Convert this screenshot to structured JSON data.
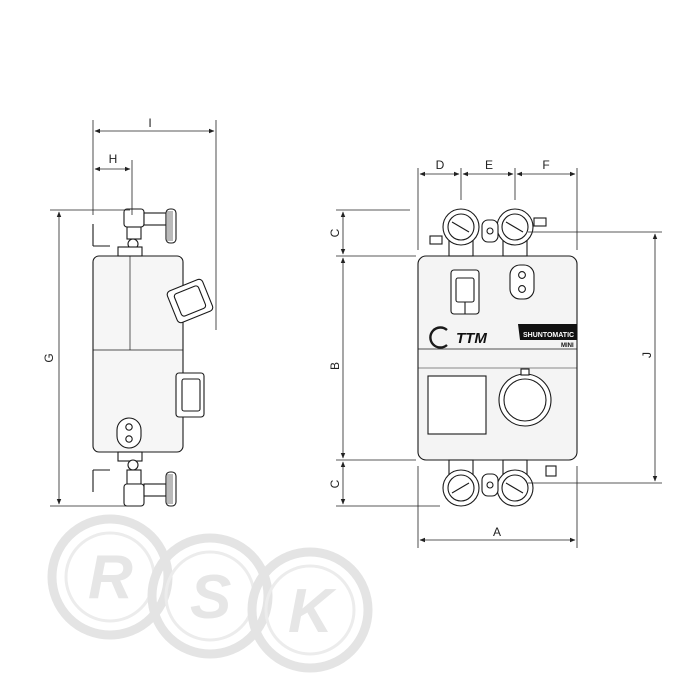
{
  "dimensions": {
    "I": "I",
    "H": "H",
    "G": "G",
    "D": "D",
    "E": "E",
    "F": "F",
    "C_top": "C",
    "B": "B",
    "C_bottom": "C",
    "J": "J",
    "A": "A"
  },
  "product": {
    "brand": "TTM",
    "model": "SHUNTOMATIC",
    "variant": "MINI"
  },
  "watermark": {
    "letters": [
      "R",
      "S",
      "K"
    ]
  },
  "colors": {
    "line": "#1a1a1a",
    "body_shade": "#f2f2f2",
    "watermark": "#e3e3e3"
  }
}
